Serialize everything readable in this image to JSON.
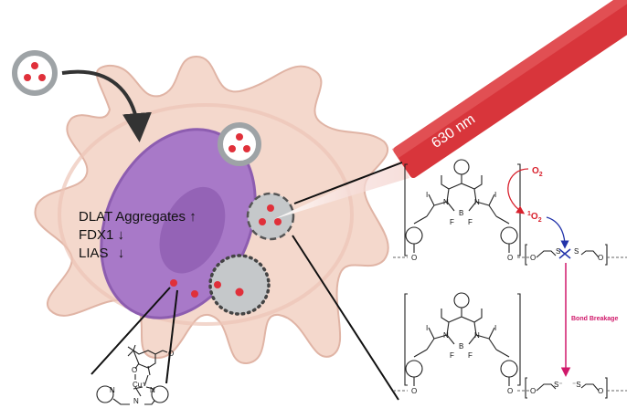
{
  "laser": {
    "label": "630 nm",
    "color": "#d8353b"
  },
  "cell": {
    "markers": [
      {
        "text": "DLAT Aggregates",
        "arrow": "↑"
      },
      {
        "text": "FDX1",
        "arrow": "↓"
      },
      {
        "text": "LIAS",
        "arrow": "↓"
      }
    ],
    "colors": {
      "cytoplasm": "#f4d8cc",
      "nucleus": "#a879c8",
      "particle": "#9ea3a6",
      "cargo": "#e0303a"
    }
  },
  "reaction": {
    "oxygen": "O",
    "oxygen_sub": "2",
    "singlet_sup": "1",
    "singlet": "O",
    "singlet_sub": "2",
    "bond_breakage": "Bond Breakage",
    "atoms": {
      "N": "N",
      "B": "B",
      "F": "F",
      "I": "I",
      "O": "O",
      "S": "S",
      "S_minus": "S⁻",
      "minus_S": "⁻S"
    }
  },
  "complex": {
    "cu": "Cu⁺",
    "atoms": {
      "O": "O",
      "N": "N"
    }
  }
}
